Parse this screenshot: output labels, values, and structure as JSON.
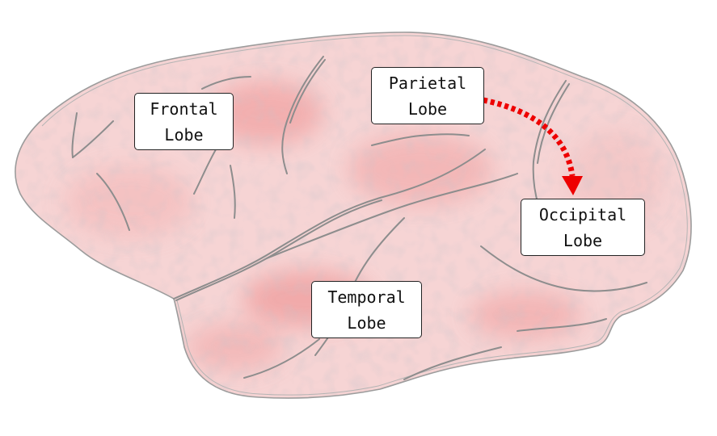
{
  "diagram": {
    "lobes": {
      "frontal": {
        "line1": "Frontal",
        "line2": "Lobe"
      },
      "parietal": {
        "line1": "Parietal",
        "line2": "Lobe"
      },
      "occipital": {
        "line1": "Occipital",
        "line2": "Lobe"
      },
      "temporal": {
        "line1": "Temporal",
        "line2": "Lobe"
      }
    },
    "arrow": {
      "from": "parietal",
      "to": "occipital",
      "color": "#ee0000",
      "style": "dashed"
    },
    "colors": {
      "brain_fill": "#f6d4d4",
      "outline": "#9a9a9a",
      "sulci": "#8a8a8a"
    }
  }
}
